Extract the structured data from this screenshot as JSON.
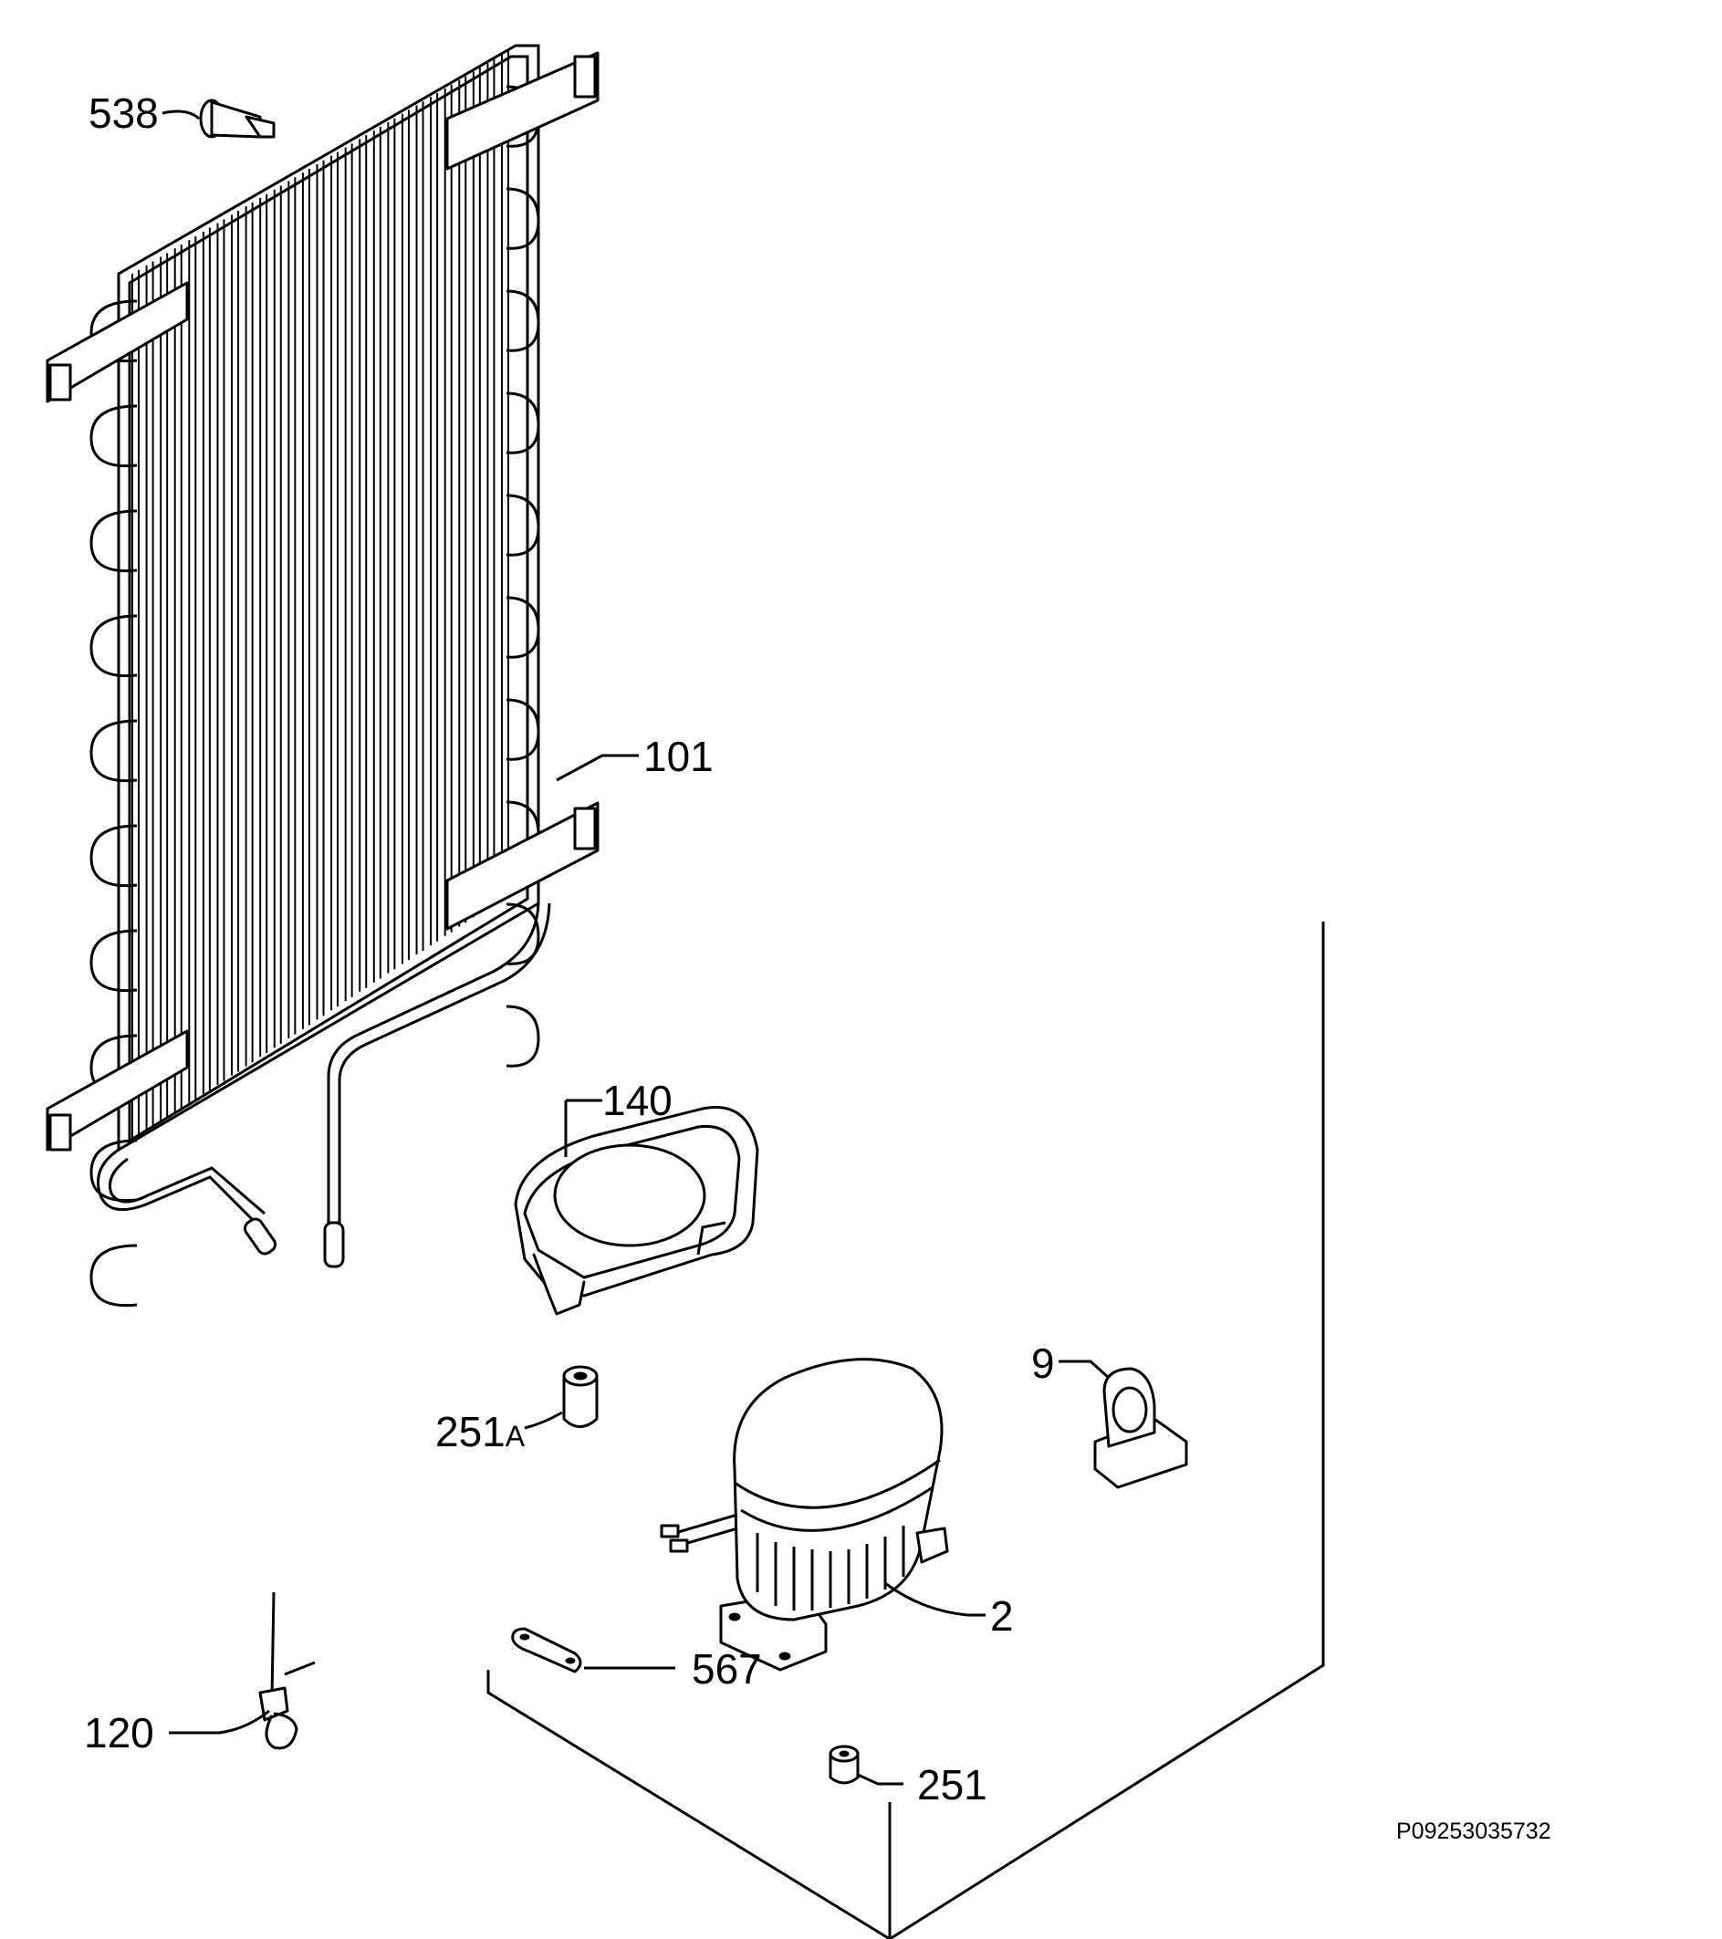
{
  "parts": {
    "538": "538",
    "101": "101",
    "140": "140",
    "9": "9",
    "251a_num": "251",
    "251a_suffix": "A",
    "2": "2",
    "567": "567",
    "120": "120",
    "251": "251"
  },
  "reference_code": "P09253035732"
}
